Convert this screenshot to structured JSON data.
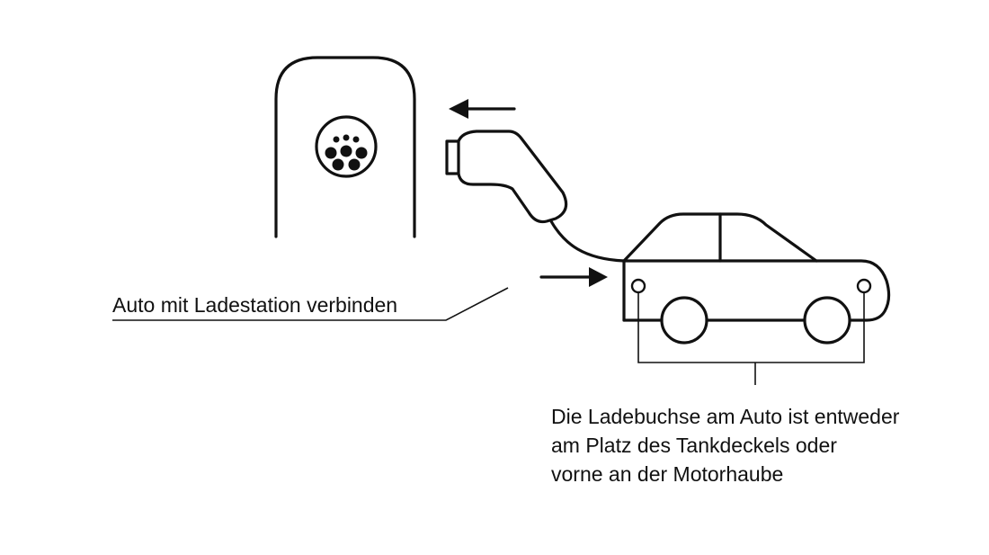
{
  "labels": {
    "connect": "Auto mit Ladestation verbinden",
    "socket_lines": [
      "Die Ladebuchse am Auto ist entweder",
      "am Platz des Tankdeckels oder",
      "vorne an der Motorhaube"
    ]
  },
  "colors": {
    "ink": "#111111",
    "background": "#ffffff"
  },
  "icons": [
    "charging-station-icon",
    "charging-socket-icon",
    "charging-plug-icon",
    "charging-cable-icon",
    "arrow-left-icon",
    "arrow-right-icon",
    "car-icon",
    "car-charging-port-icon"
  ]
}
